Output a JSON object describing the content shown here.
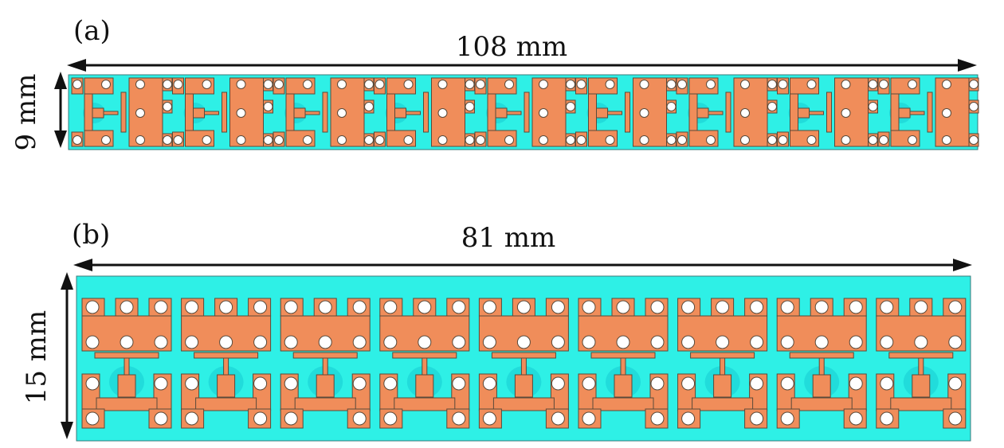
{
  "panels": [
    {
      "id": "a",
      "tag": "(a)",
      "width_label": "108 mm",
      "height_label": "9 mm",
      "cell_count": 9
    },
    {
      "id": "b",
      "tag": "(b)",
      "width_label": "81 mm",
      "height_label": "15 mm",
      "cell_count": 9
    }
  ],
  "colors": {
    "substrate": "#2ef0e6",
    "copper": "#f08d5a",
    "via": "#ffffff",
    "outline": "#5a4a3a",
    "arrow": "#111111"
  }
}
